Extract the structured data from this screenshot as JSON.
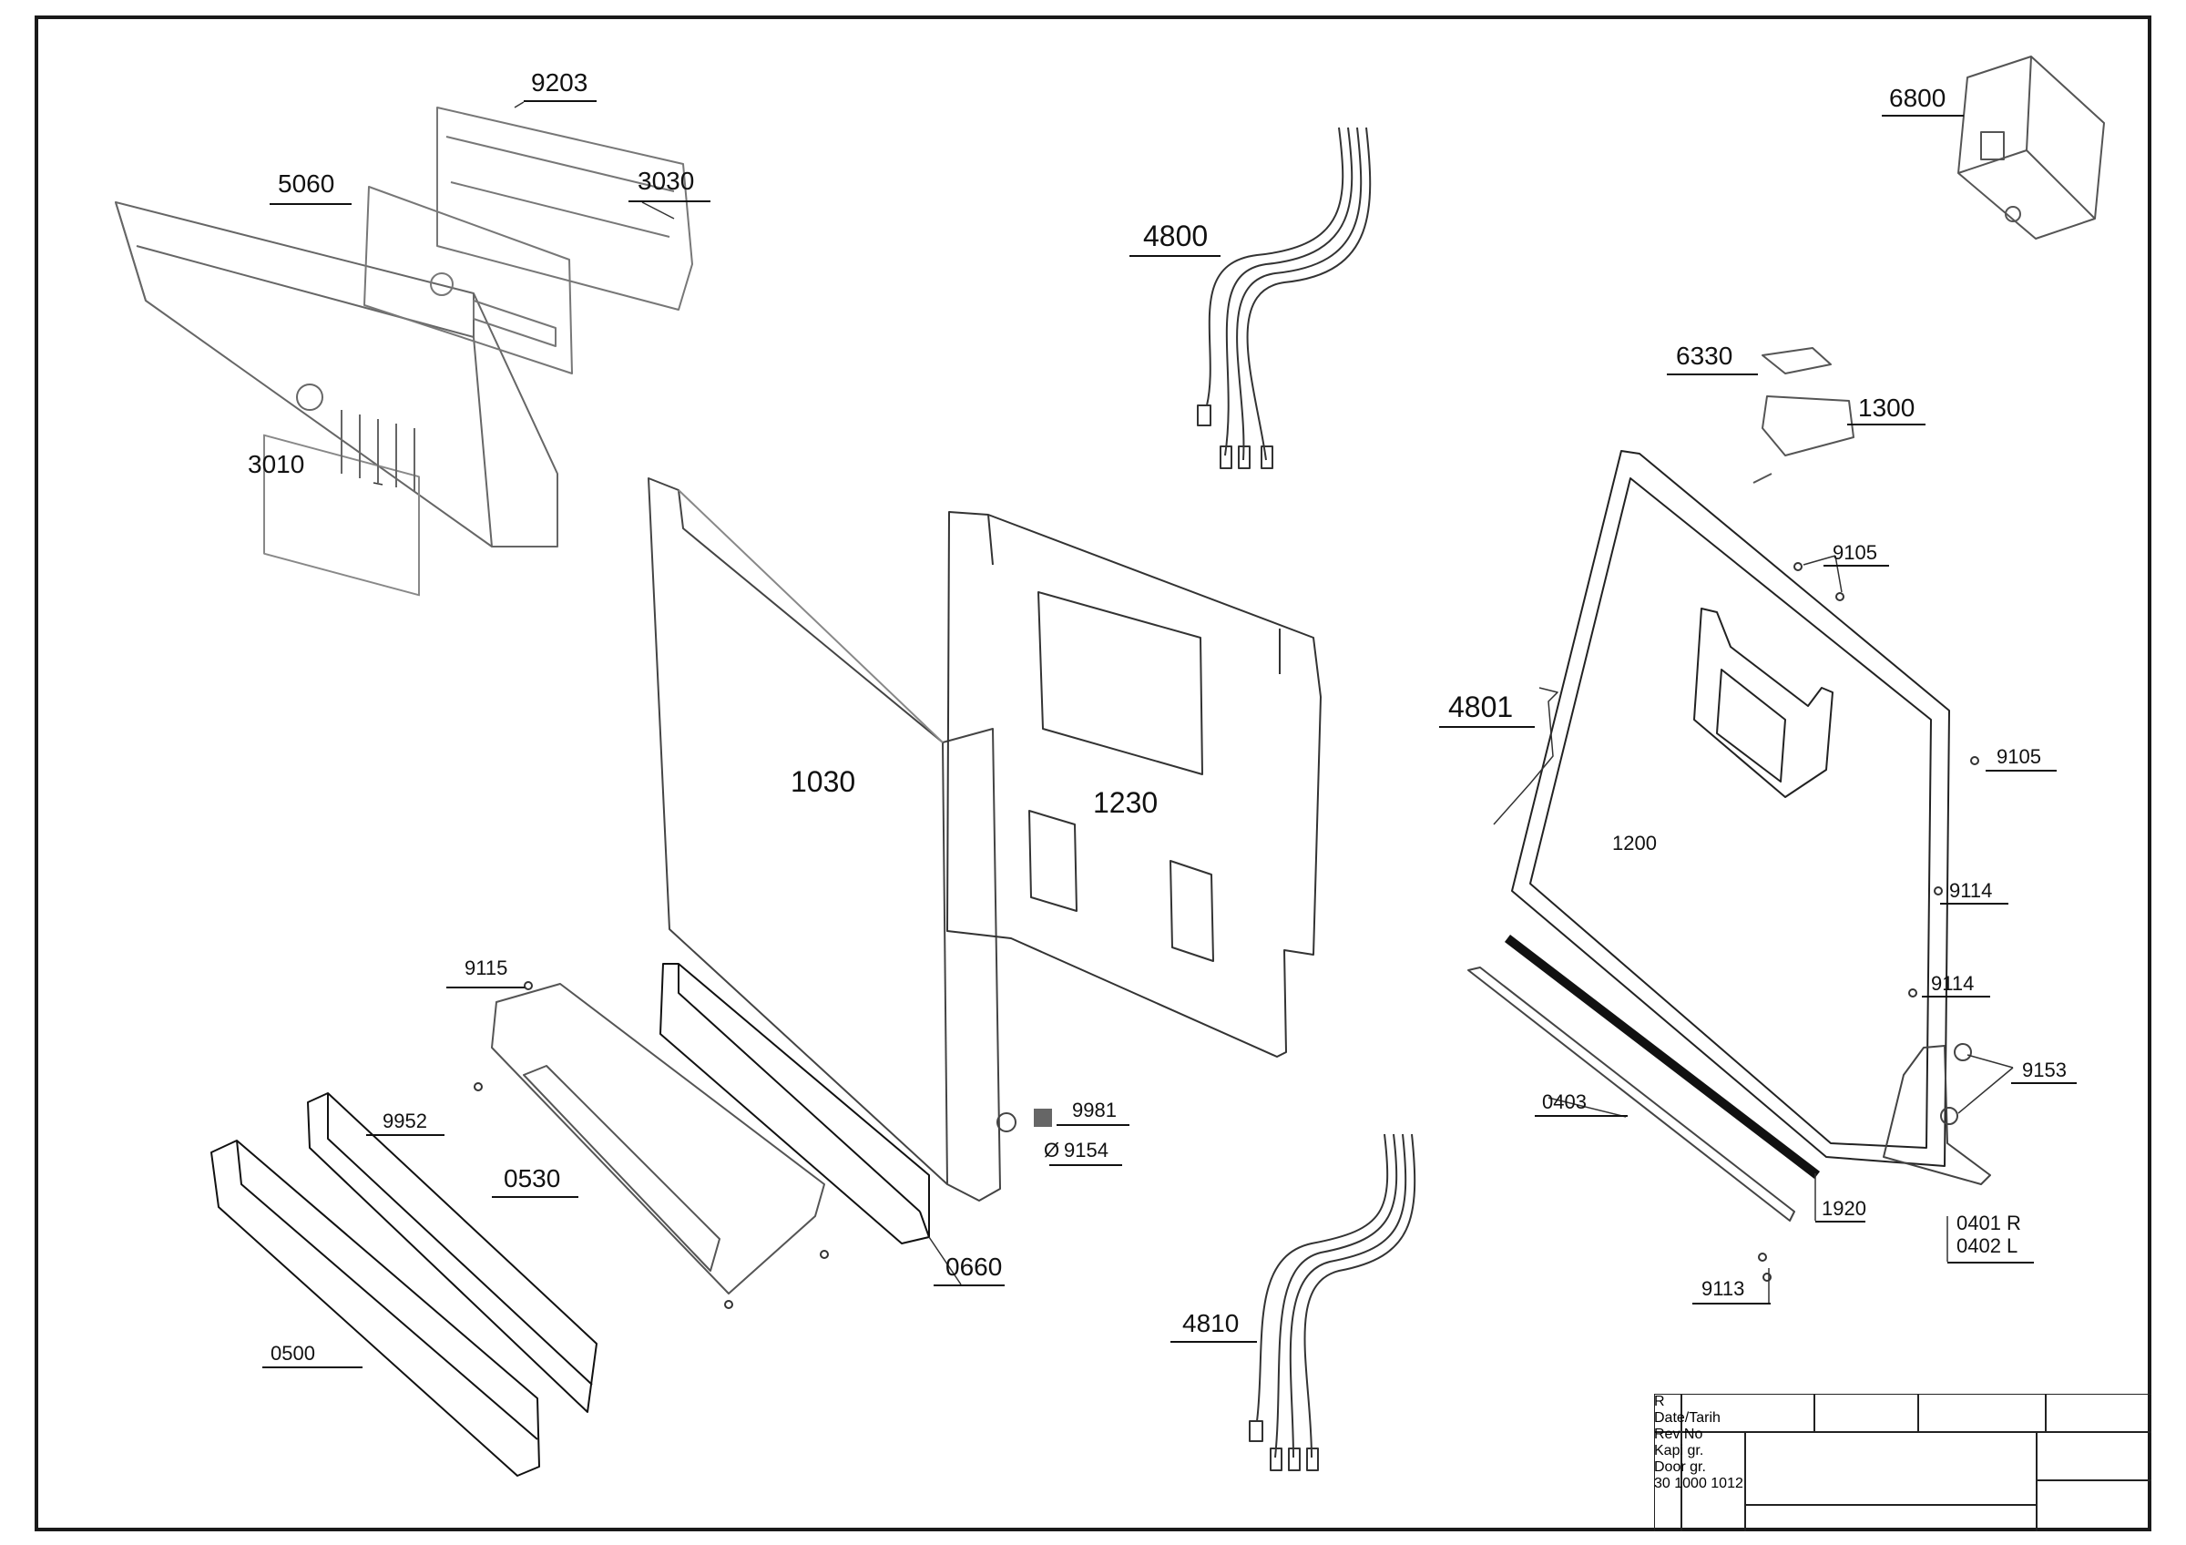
{
  "callouts": {
    "c9203": "9203",
    "c3030": "3030",
    "c5060": "5060",
    "c3010": "3010",
    "c4800": "4800",
    "c6800": "6800",
    "c6330": "6330",
    "c1300": "1300",
    "c9105a": "9105",
    "c9105b": "9105",
    "c4801": "4801",
    "c1030": "1030",
    "c1230": "1230",
    "c1200": "1200",
    "c9114a": "9114",
    "c9114b": "9114",
    "c9153": "9153",
    "c9115": "9115",
    "c9952": "9952",
    "c0530": "0530",
    "c9981": "9981",
    "c9154": "9154",
    "c0660": "0660",
    "c0403": "0403",
    "c1920": "1920",
    "c0401": "0401 R",
    "c0402": "0402 L",
    "c9113": "9113",
    "c4810": "4810",
    "c0500": "0500"
  },
  "title_block": {
    "r": "R",
    "date": "Date/Tarih",
    "rev": "Rev No",
    "title_tr": "Kapi gr.",
    "title_en": "Door gr.",
    "drawing_no": "30 1000 1012"
  }
}
